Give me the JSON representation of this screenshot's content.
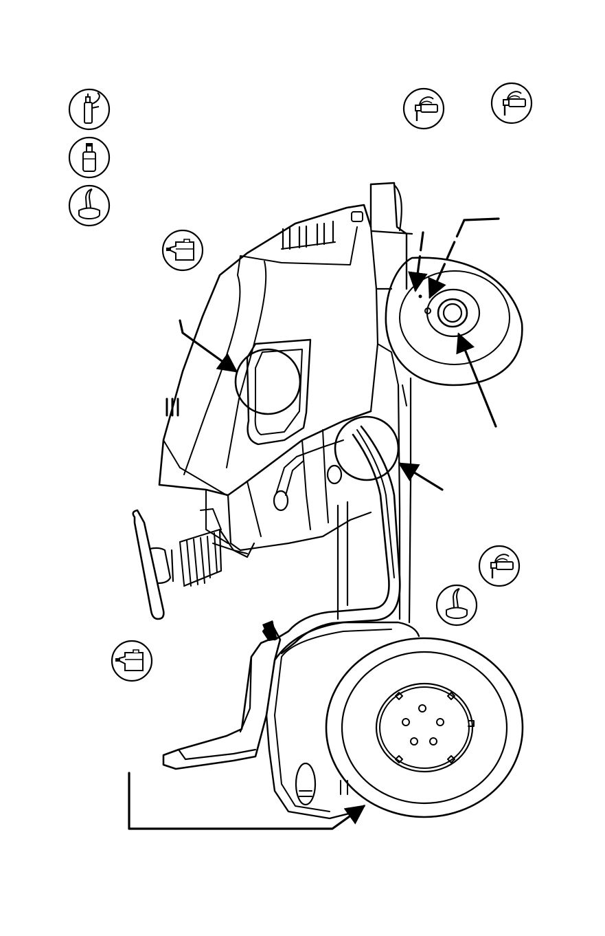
{
  "figure": {
    "kind": "lubrication-points",
    "subject": "riding-mower-side-view"
  },
  "legend": [
    {
      "icon": "grease-gun-icon"
    },
    {
      "icon": "oil-bottle-icon"
    },
    {
      "icon": "oil-can-icon"
    }
  ],
  "callouts": [
    {
      "icon": "grease-gun-icon",
      "target": "front-wheel-fitting-upper"
    },
    {
      "icon": "grease-gun-icon",
      "target": "front-wheel-fitting-lower"
    },
    {
      "icon": "motor-oil-icon",
      "target": "hood-pivot"
    },
    {
      "icon": "grease-gun-icon",
      "target": "rear-wheel-hub"
    },
    {
      "icon": "oil-can-icon",
      "target": "rear-wheel-hub"
    },
    {
      "icon": "motor-oil-icon",
      "target": "seat-pivot"
    }
  ],
  "colors": {
    "ink": "#000000",
    "paper": "#ffffff"
  }
}
